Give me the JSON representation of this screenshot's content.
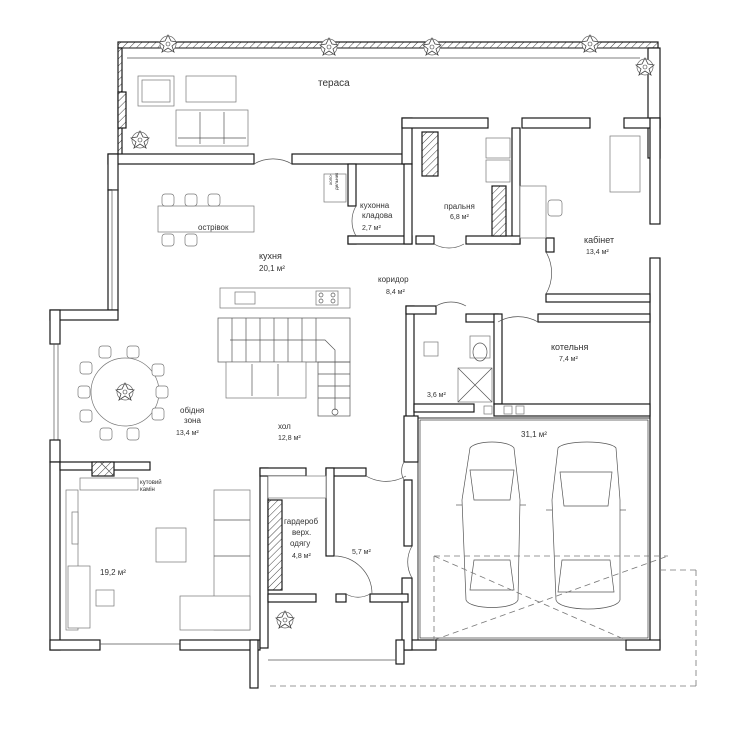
{
  "plan": {
    "labels": {
      "terrace": "тераса",
      "island": "острівок",
      "kitchen_name": "кухня",
      "kitchen_area": "20,1 м²",
      "pantry_name_1": "кухонна",
      "pantry_name_2": "кладова",
      "pantry_area": "2,7 м²",
      "laundry_name": "пральня",
      "laundry_area": "6,8 м²",
      "office_name": "кабінет",
      "office_area": "13,4 м²",
      "corridor_name": "коридор",
      "corridor_area": "8,4 м²",
      "boiler_name": "котельня",
      "boiler_area": "7,4 м²",
      "dining_name_1": "обідня",
      "dining_name_2": "зона",
      "dining_area": "13,4 м²",
      "hall_name": "хол",
      "hall_area": "12,8 м²",
      "bath_area": "3,6 м²",
      "garage_area": "31,1 м²",
      "fireplace_1": "кутовий",
      "fireplace_2": "камін",
      "living_area": "19,2 м²",
      "wardrobe_1": "гардероб",
      "wardrobe_2": "верх.",
      "wardrobe_3": "одягу",
      "wardrobe_area": "4,8 м²",
      "vestibule_area": "5,7 м²",
      "fridge_1": "холо-",
      "fridge_2": "дильник"
    }
  }
}
